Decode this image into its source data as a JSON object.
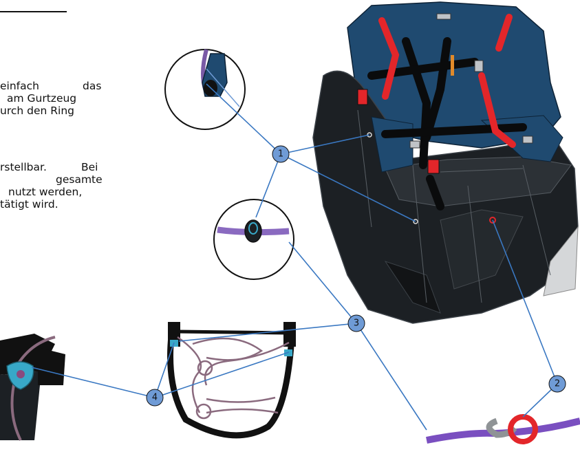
{
  "paragraphs": {
    "p1": {
      "line1_a": "einfach",
      "line1_b": "das",
      "line2": "am Gurtzeug",
      "line3": "urch den Ring"
    },
    "p2": {
      "line1_a": "rstellbar.",
      "line1_b": "Bei",
      "line2": "gesamte",
      "line3": "nutzt werden,",
      "line4": "tätigt wird."
    }
  },
  "callouts": [
    "1",
    "2",
    "3",
    "4"
  ],
  "colors": {
    "leader_line": "#3a78c2",
    "callout_fill": "#6f9bd6",
    "harness_body": "#1c2024",
    "harness_blue": "#1f4a70",
    "strap_red": "#e3262a",
    "line_purple": "#7a5aa6",
    "cord_mauve": "#8a6a7e",
    "loop_teal": "#38a8c8"
  }
}
